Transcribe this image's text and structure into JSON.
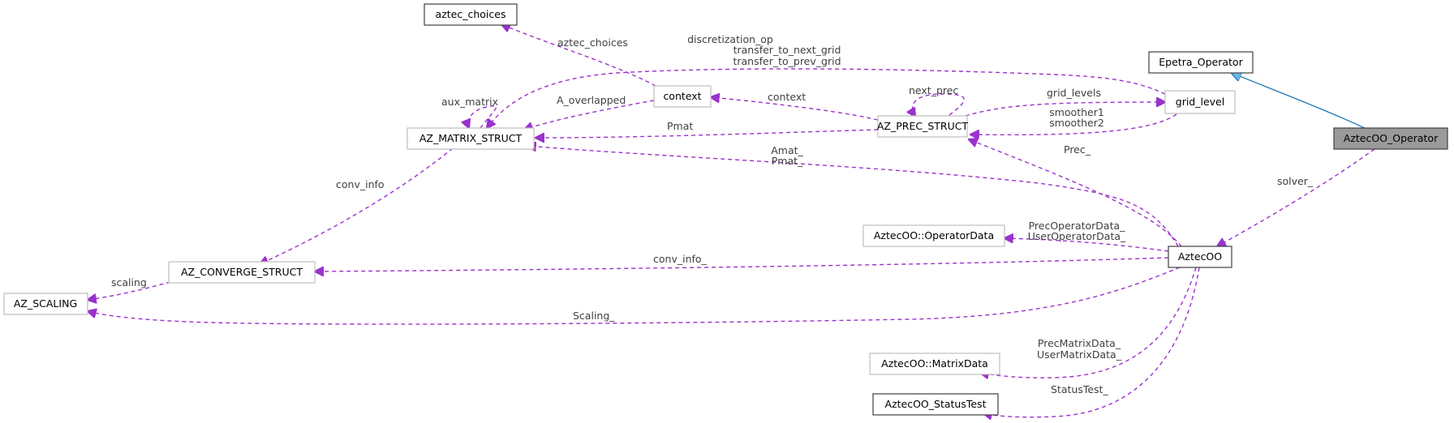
{
  "nodes": {
    "aztec_choices": "aztec_choices",
    "context": "context",
    "az_matrix_struct": "AZ_MATRIX_STRUCT",
    "az_prec_struct": "AZ_PREC_STRUCT",
    "grid_level": "grid_level",
    "epetra_operator": "Epetra_Operator",
    "aztecoo_operator": "AztecOO_Operator",
    "az_converge_struct": "AZ_CONVERGE_STRUCT",
    "az_scaling": "AZ_SCALING",
    "aztecoo": "AztecOO",
    "operator_data": "AztecOO::OperatorData",
    "matrix_data": "AztecOO::MatrixData",
    "status_test": "AztecOO_StatusTest"
  },
  "edges": {
    "aztec_choices": "aztec_choices",
    "multi_grid_1": "discretization_op",
    "multi_grid_2": "transfer_to_next_grid",
    "multi_grid_3": "transfer_to_prev_grid",
    "aux_matrix": "aux_matrix",
    "a_overlapped": "A_overlapped",
    "context": "context",
    "next_prec": "next_prec",
    "grid_levels": "grid_levels",
    "smoother_1": "smoother1",
    "smoother_2": "smoother2",
    "pmat_prec": "Pmat",
    "amat_1": "Amat_",
    "amat_2": "Pmat_",
    "prec": "Prec_",
    "solver": "solver_",
    "conv_info_matrix": "conv_info",
    "operator_data_1": "PrecOperatorData_",
    "operator_data_2": "UserOperatorData_",
    "conv_info_aztecoo": "conv_info_",
    "scaling_converge": "scaling",
    "scaling_aztecoo": "Scaling_",
    "matrix_data_1": "PrecMatrixData_",
    "matrix_data_2": "UserMatrixData_",
    "status_test": "StatusTest_"
  }
}
